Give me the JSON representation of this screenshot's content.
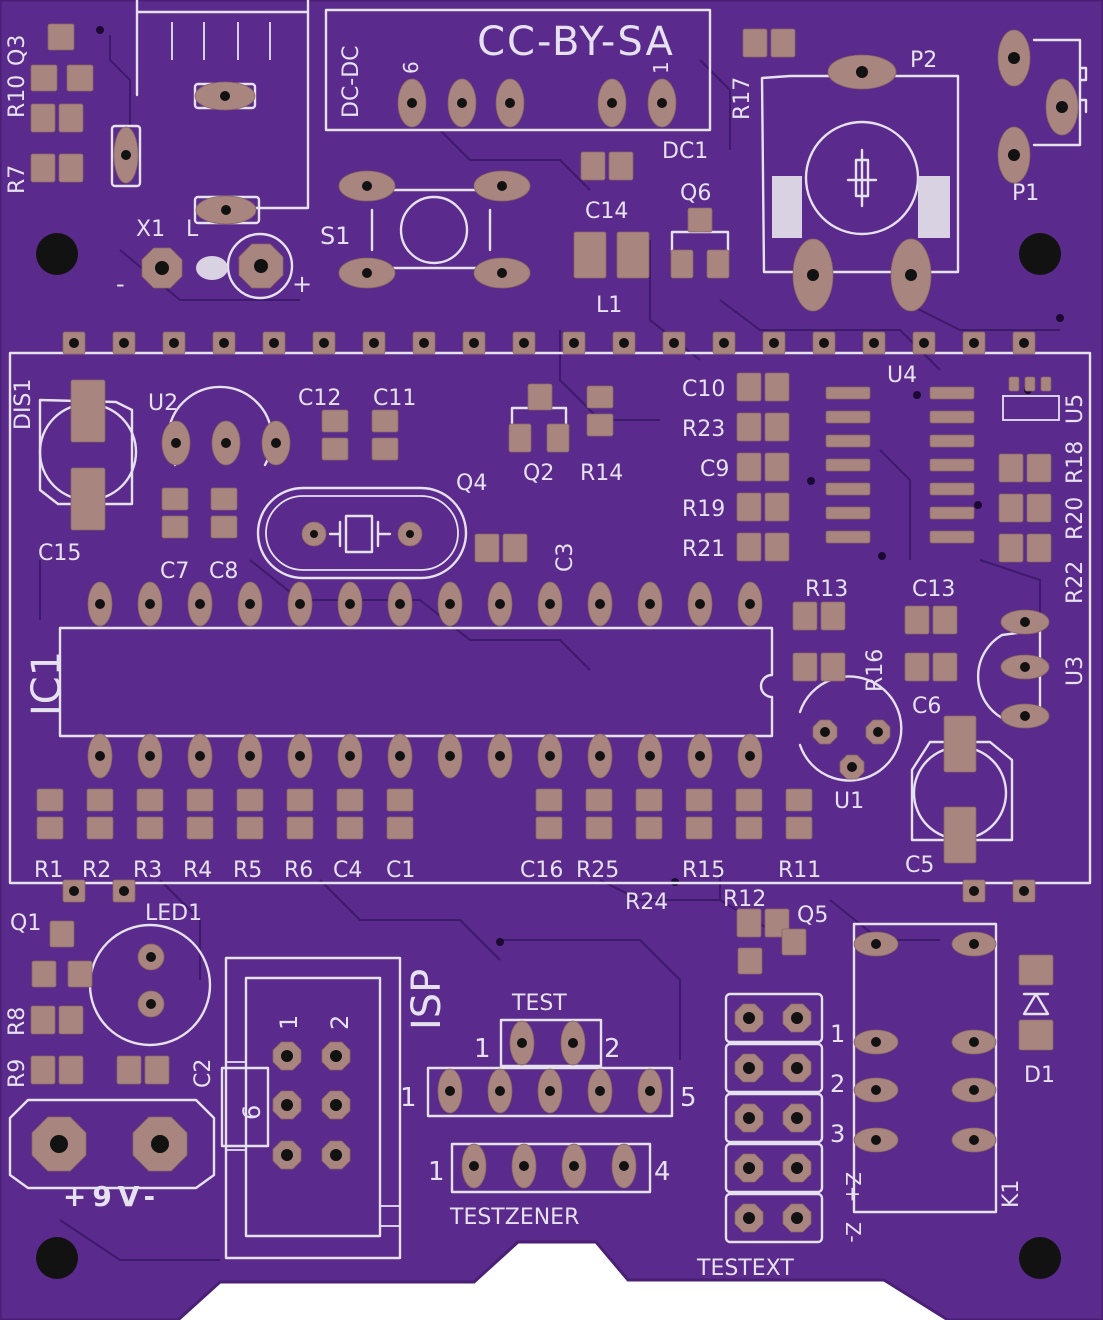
{
  "board": {
    "license_text": "CC-BY-SA",
    "dcdc_label": "DC-DC",
    "colors": {
      "board": "#5a2a8c",
      "edge": "#4a1f75",
      "silkscreen": "#e6e1ee",
      "pad": "#a98580",
      "hole": "#121212",
      "background": "#ffffff"
    }
  },
  "designators": {
    "q3": "Q3",
    "r10": "R10",
    "r7": "R7",
    "x1": "X1",
    "l": "L",
    "s1": "S1",
    "c14": "C14",
    "q6": "Q6",
    "dc1": "DC1",
    "l1": "L1",
    "r17": "R17",
    "p2": "P2",
    "p1": "P1",
    "dis1": "DIS1",
    "u2": "U2",
    "c12": "C12",
    "c11": "C11",
    "q2": "Q2",
    "r14": "R14",
    "q4": "Q4",
    "c10": "C10",
    "r23": "R23",
    "c9": "C9",
    "r19": "R19",
    "r21": "R21",
    "u4": "U4",
    "u5": "U5",
    "r18": "R18",
    "r20": "R20",
    "r22": "R22",
    "c15": "C15",
    "c7": "C7",
    "c8": "C8",
    "c3": "C3",
    "r13": "R13",
    "c13": "C13",
    "r16": "R16",
    "c6": "C6",
    "u3": "U3",
    "ic1": "IC1",
    "u1": "U1",
    "c5": "C5",
    "r1": "R1",
    "r2": "R2",
    "r3": "R3",
    "r4": "R4",
    "r5": "R5",
    "r6": "R6",
    "c4": "C4",
    "c1": "C1",
    "c16": "C16",
    "r25": "R25",
    "r15": "R15",
    "r11": "R11",
    "r24": "R24",
    "r12": "R12",
    "q5": "Q5",
    "q1": "Q1",
    "led1": "LED1",
    "r8": "R8",
    "r9": "R9",
    "c2": "C2",
    "isp": "ISP",
    "test": "TEST",
    "testzener": "TESTZENER",
    "testext": "TESTEXT",
    "d1": "D1",
    "k1": "K1"
  },
  "pin_labels": {
    "dcdc_pin6": "6",
    "dcdc_pin1": "1",
    "polarity_minus": "-",
    "polarity_plus": "+",
    "isp_1": "1",
    "isp_2": "2",
    "isp_6": "6",
    "test_1": "1",
    "test_2": "2",
    "row_1": "1",
    "row_5": "5",
    "zener_1": "1",
    "zener_4": "4",
    "ext_1": "1",
    "ext_2": "2",
    "ext_3": "3",
    "ext_zplus": "Z+",
    "ext_zminus": "Z-"
  },
  "power": {
    "label": "+9V-"
  }
}
